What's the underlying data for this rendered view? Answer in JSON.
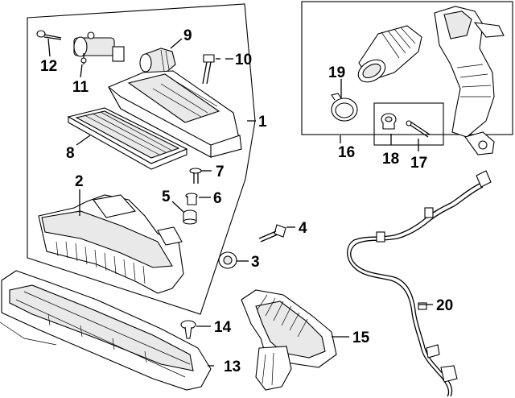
{
  "diagram": {
    "callouts": [
      {
        "id": "c1",
        "label": "1"
      },
      {
        "id": "c2",
        "label": "2"
      },
      {
        "id": "c3",
        "label": "3"
      },
      {
        "id": "c4",
        "label": "4"
      },
      {
        "id": "c5",
        "label": "5"
      },
      {
        "id": "c6",
        "label": "6"
      },
      {
        "id": "c7",
        "label": "7"
      },
      {
        "id": "c8",
        "label": "8"
      },
      {
        "id": "c9",
        "label": "9"
      },
      {
        "id": "c10",
        "label": "10"
      },
      {
        "id": "c11",
        "label": "11"
      },
      {
        "id": "c12",
        "label": "12"
      },
      {
        "id": "c13",
        "label": "13"
      },
      {
        "id": "c14",
        "label": "14"
      },
      {
        "id": "c15",
        "label": "15"
      },
      {
        "id": "c16",
        "label": "16"
      },
      {
        "id": "c17",
        "label": "17"
      },
      {
        "id": "c18",
        "label": "18"
      },
      {
        "id": "c19",
        "label": "19"
      },
      {
        "id": "c20",
        "label": "20"
      }
    ],
    "line_color": "#000000",
    "background": "#ffffff"
  }
}
